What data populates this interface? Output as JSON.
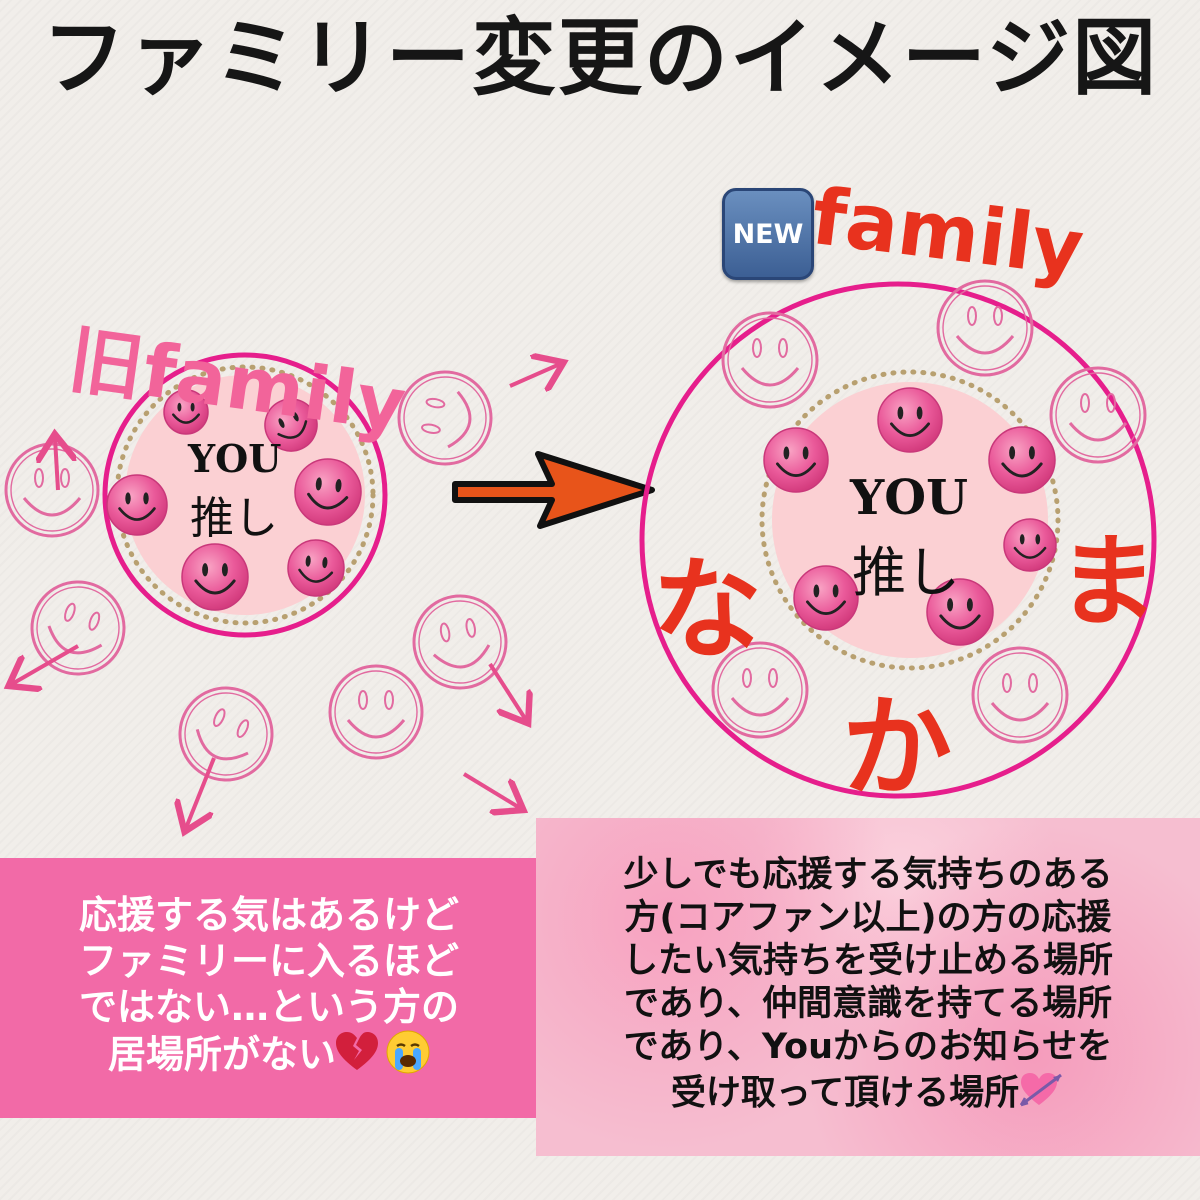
{
  "title": "ファミリー変更のイメージ図",
  "old_family": {
    "label": "旧family",
    "you": "YOU",
    "oshi": "推し"
  },
  "new_family": {
    "badge": "NEW",
    "label": "family",
    "you": "YOU",
    "oshi": "推し",
    "kana": [
      "な",
      "か",
      "ま"
    ]
  },
  "left_box": {
    "text": "応援する気はあるけど\nファミリーに入るほど\nではない…という方の\n居場所がない",
    "emoji": [
      "broken-heart-icon",
      "crying-face-icon"
    ]
  },
  "right_box": {
    "text": "少しでも応援する気持ちのある\n方(コアファン以上)の方の応援\nしたい気持ちを受け止める場所\nであり、仲間意識を持てる場所\nであり、Youからのお知らせを\n受け取って頂ける場所",
    "emoji": [
      "heart-arrow-icon"
    ]
  },
  "colors": {
    "pink": "#f2649a",
    "magenta": "#e61e8c",
    "red": "#e8321e",
    "core_fill": "#fbd0d3",
    "dots": "#b8a070",
    "arrow_orange": "#e8541a",
    "left_box": "#f26aa7"
  }
}
